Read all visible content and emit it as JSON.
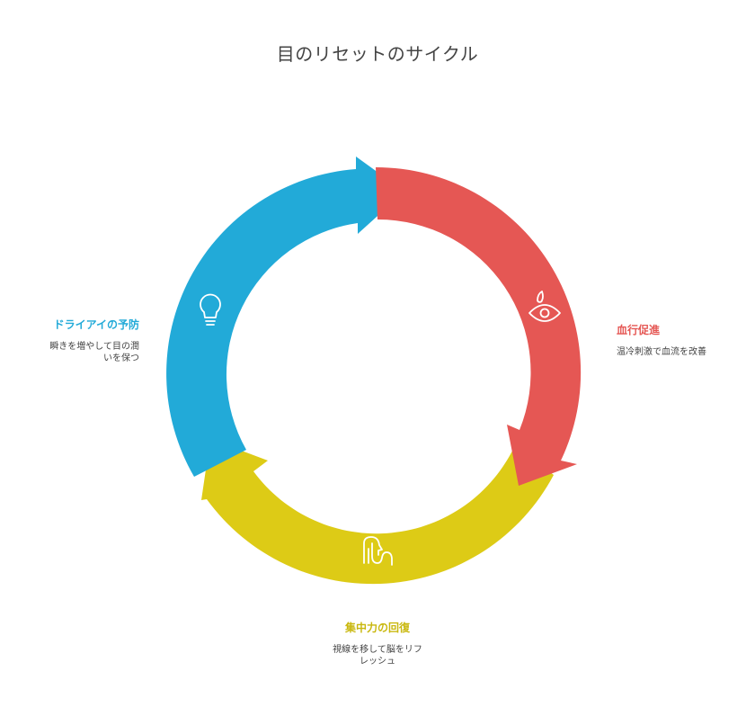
{
  "title": "目のリセットのサイクル",
  "colors": {
    "blue": "#22AAD8",
    "red": "#E55754",
    "yellow": "#DDCB16",
    "text": "#444444"
  },
  "stages": [
    {
      "id": "dry-eye",
      "title": "ドライアイの予防",
      "desc_lines": [
        "瞬きを増やして目の潤",
        "いを保つ"
      ],
      "color": "#22AAD8",
      "icon": "lightbulb-icon"
    },
    {
      "id": "blood-flow",
      "title": "血行促進",
      "desc_lines": [
        "温冷刺激で血流を改善"
      ],
      "color": "#E55754",
      "icon": "eye-drop-icon"
    },
    {
      "id": "focus",
      "title": "集中力の回復",
      "desc_lines": [
        "視線を移して脳をリフ",
        "レッシュ"
      ],
      "color": "#DDCB16",
      "icon": "head-touch-icon"
    }
  ]
}
